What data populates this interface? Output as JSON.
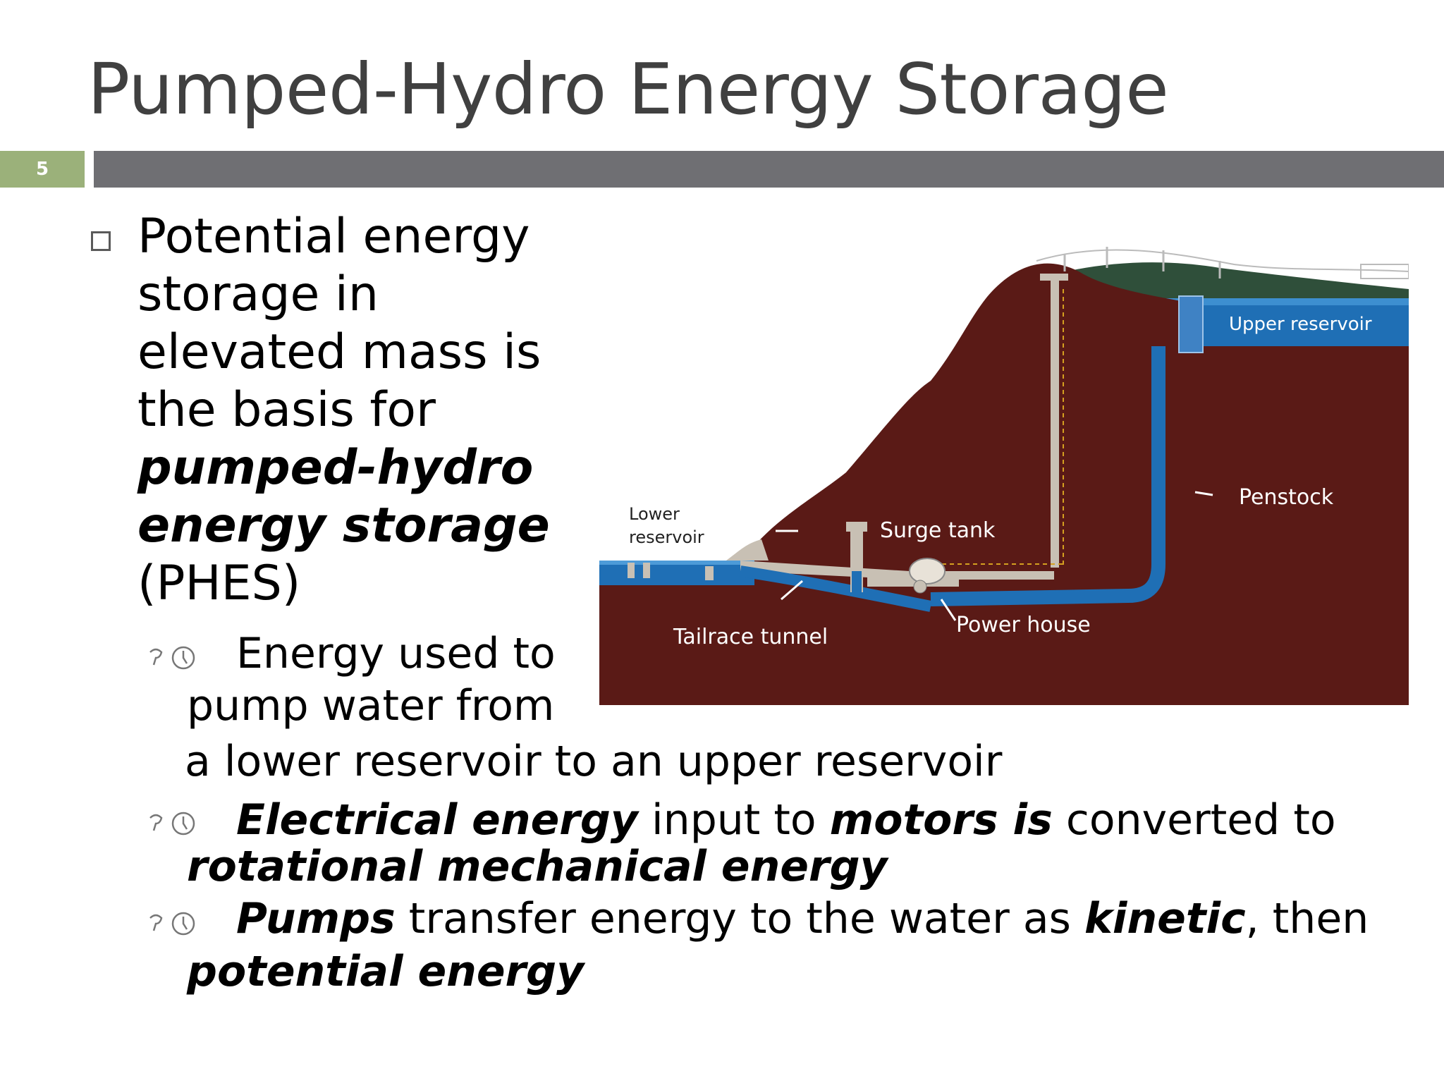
{
  "slide": {
    "title": "Pumped-Hydro Energy Storage",
    "number": "5"
  },
  "main_bullet": {
    "line1": "Potential energy",
    "line2": "storage in",
    "line3": "elevated mass is",
    "line4": "the basis for",
    "line5": "pumped-hydro",
    "line6": "energy storage",
    "line7": "(PHES)"
  },
  "sub_bullets": [
    {
      "line1": "Energy used to",
      "line2": "pump water from",
      "line3": "a lower reservoir to an upper reservoir"
    },
    {
      "p1": "Electrical energy",
      "p2": " input to ",
      "p3": "motors  is",
      "p4": " converted to",
      "line2": "rotational mechanical energy"
    },
    {
      "p1": "Pumps",
      "p2": " transfer energy to the water as ",
      "p3": "kinetic",
      "p4": ", then",
      "line2": "potential energy"
    }
  ],
  "diagram": {
    "upper_reservoir": "Upper reservoir",
    "penstock": "Penstock",
    "surge_tank": "Surge tank",
    "lower_reservoir_1": "Lower",
    "lower_reservoir_2": "reservoir",
    "power_house": "Power house",
    "tailrace_tunnel": "Tailrace tunnel"
  },
  "colors": {
    "title": "#404040",
    "title_bar": "#6f6f73",
    "slide_number_box": "#9bb17a",
    "earth": "#5a1a16",
    "water": "#1f6fb5",
    "concrete": "#c8c0b4"
  }
}
